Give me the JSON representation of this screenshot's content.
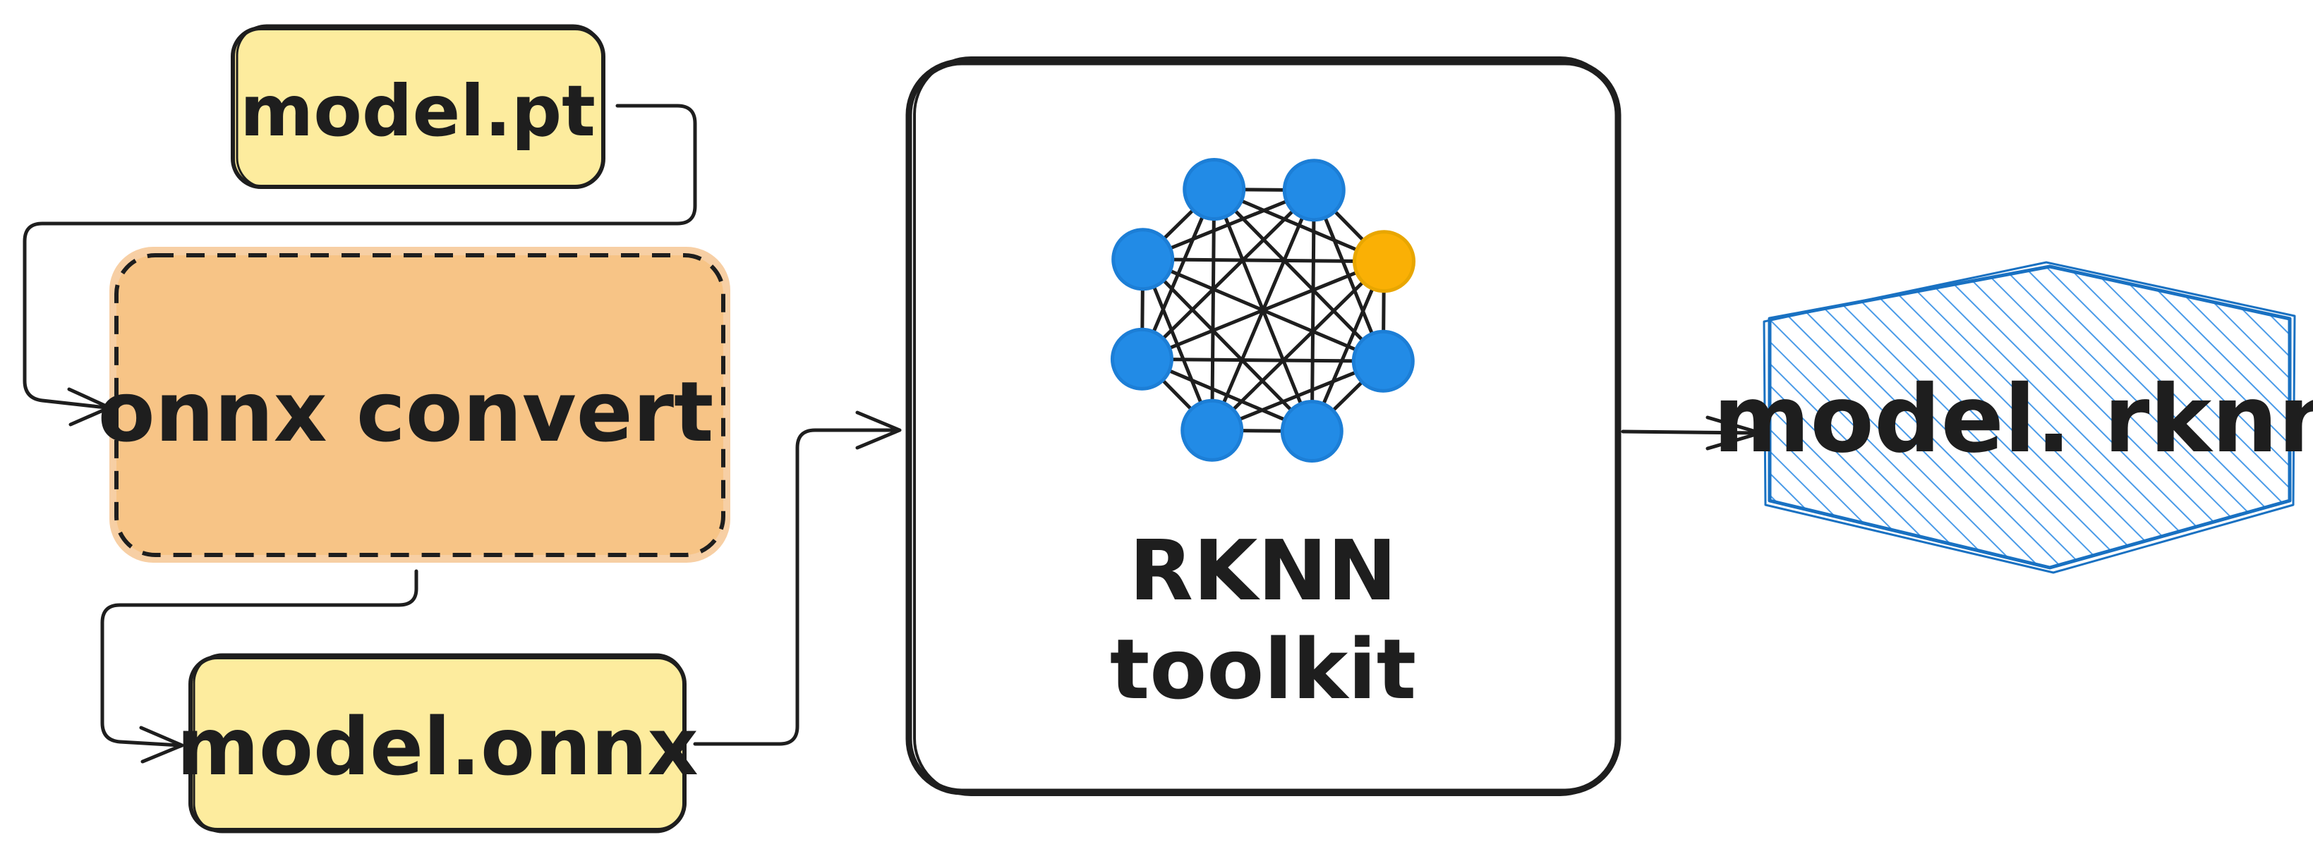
{
  "nodes": {
    "model_pt": {
      "label": "model.pt",
      "fill": "#fdec9e"
    },
    "onnx_convert": {
      "label": "onnx convert",
      "fill": "#f7c486",
      "border": "#f0a85a"
    },
    "model_onnx": {
      "label": "model.onnx",
      "fill": "#fdec9e"
    },
    "rknn_toolkit": {
      "label_line1": "RKNN",
      "label_line2": "toolkit",
      "fill": "#ffffff"
    },
    "model_rknn": {
      "label": "model. rknn",
      "fill": "#a5d8ff",
      "border": "#1971c2"
    }
  },
  "network_icon": {
    "node_color": "#228be6",
    "highlight_color": "#fab005"
  },
  "ink_color": "#1e1e1e"
}
